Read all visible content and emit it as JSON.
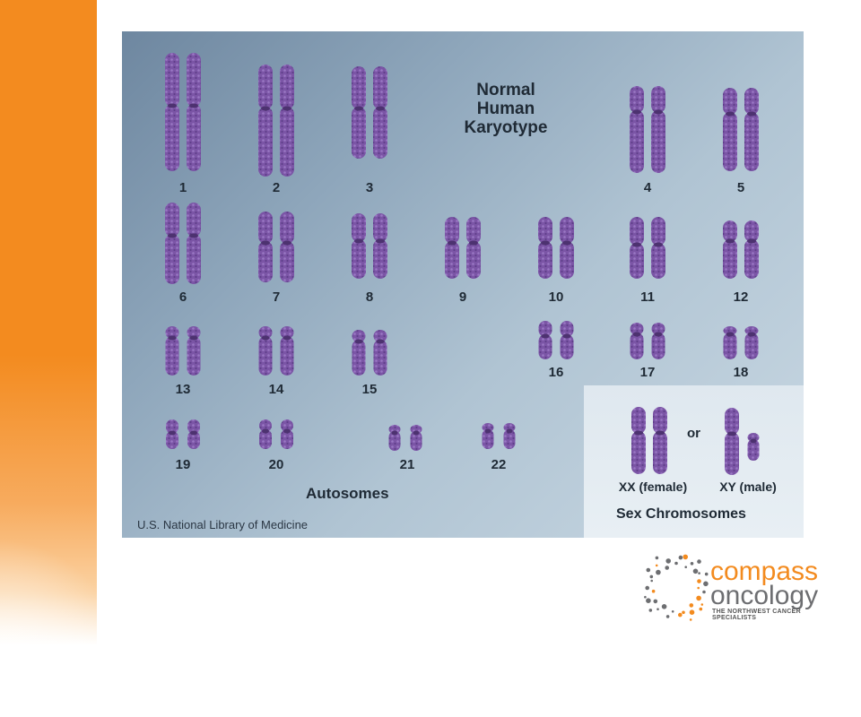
{
  "slide": {
    "accent_color": "#f38b1f",
    "brand_text_color": "#7a7a7a"
  },
  "karyotype": {
    "title_lines": [
      "Normal",
      "Human",
      "Karyotype"
    ],
    "chromosome_color": "#7b55a6",
    "labels": [
      "1",
      "2",
      "3",
      "4",
      "5",
      "6",
      "7",
      "8",
      "9",
      "10",
      "11",
      "12",
      "13",
      "14",
      "15",
      "16",
      "17",
      "18",
      "19",
      "20",
      "21",
      "22"
    ],
    "autosomes_caption": "Autosomes",
    "credit": "U.S. National Library of Medicine",
    "sex": {
      "or_label": "or",
      "female_label": "XX (female)",
      "male_label": "XY (male)",
      "caption": "Sex Chromosomes"
    }
  },
  "logo": {
    "word1": "compass",
    "word2": "oncology",
    "tagline": "THE NORTHWEST CANCER SPECIALISTS",
    "color_orange": "#f38b1f",
    "color_gray": "#6d6e71"
  }
}
